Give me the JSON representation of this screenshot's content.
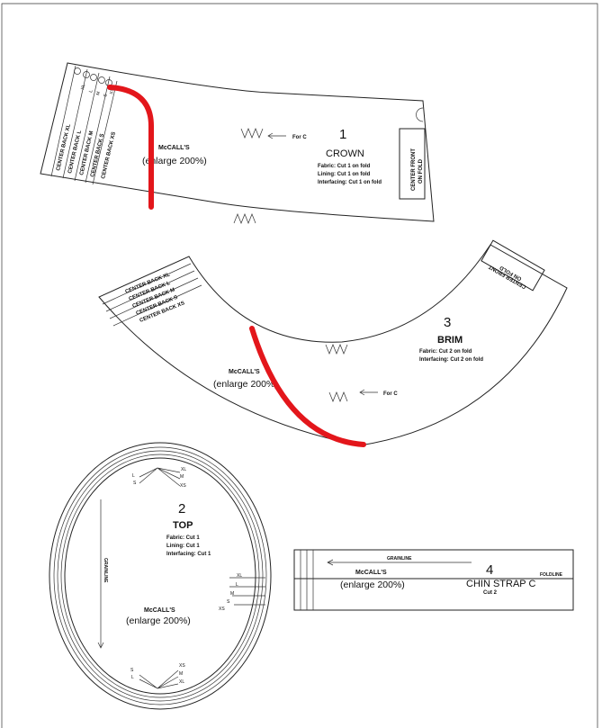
{
  "brand": "McCALL'S",
  "enlarge": "(enlarge 200%)",
  "sizes": [
    "XL",
    "L",
    "M",
    "S",
    "XS"
  ],
  "center_back": [
    "CENTER BACK XL",
    "CENTER BACK L",
    "CENTER BACK M",
    "CENTER BACK S",
    "CENTER BACK XS"
  ],
  "for_c": "For C",
  "crown": {
    "number": "1",
    "title": "CROWN",
    "fabric": "Fabric: Cut  1 on fold",
    "lining": "Lining: Cut  1 on fold",
    "interfacing": "Interfacing: Cut  1 on fold",
    "center_front_1": "CENTER FRONT",
    "center_front_2": "ON FOLD"
  },
  "brim": {
    "number": "3",
    "title": "BRIM",
    "fabric": "Fabric: Cut  2 on fold",
    "interfacing": "Interfacing: Cut  2 on fold",
    "center_front_1": "CENTER FRONT",
    "center_front_2": "ON FOLD"
  },
  "top": {
    "number": "2",
    "title": "TOP",
    "fabric": "Fabric: Cut  1",
    "lining": "Lining: Cut  1",
    "interfacing": "Interfacing: Cut  1",
    "grainline": "GRAINLINE"
  },
  "chin_strap": {
    "number": "4",
    "title": "CHIN STRAP C",
    "cut": "Cut  2",
    "grainline": "GRAINLINE",
    "foldline": "FOLDLINE"
  },
  "colors": {
    "highlight": "#e3161b"
  }
}
